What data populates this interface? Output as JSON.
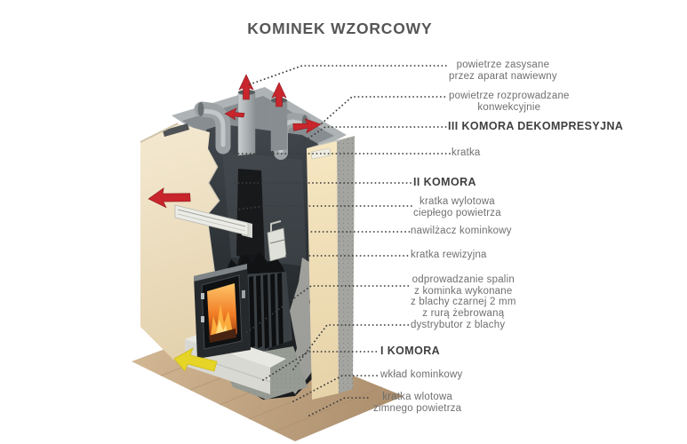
{
  "title": "KOMINEK WZORCOWY",
  "labels": [
    {
      "id": "powietrze-zasysane",
      "text": "powietrze zasysane\nprzez aparat nawiewny",
      "bold": false
    },
    {
      "id": "powietrze-rozprowadzane",
      "text": "powietrze rozprowadzane\nkonwekcyjnie",
      "bold": false
    },
    {
      "id": "komora-dekompresyjna",
      "text": "III KOMORA DEKOMPRESYJNA",
      "bold": true
    },
    {
      "id": "kratka",
      "text": "kratka",
      "bold": false
    },
    {
      "id": "komora-ii",
      "text": "II KOMORA",
      "bold": true
    },
    {
      "id": "kratka-wylotowa",
      "text": "kratka wylotowa\nciepłego powietrza",
      "bold": false
    },
    {
      "id": "nawilzacz-kominkowy",
      "text": "nawilżacz kominkowy",
      "bold": false
    },
    {
      "id": "kratka-rewizyjna",
      "text": "kratka rewizyjna",
      "bold": false
    },
    {
      "id": "odprowadzanie-spalin",
      "text": "odprowadzanie spalin\nz kominka wykonane\nz blachy czarnej 2 mm\nz rurą żebrowaną",
      "bold": false
    },
    {
      "id": "dystrybutor-z-blachy",
      "text": "dystrybutor z blachy",
      "bold": false
    },
    {
      "id": "komora-i",
      "text": "I KOMORA",
      "bold": true
    },
    {
      "id": "wklad-kominkowy",
      "text": "wkład kominkowy",
      "bold": false
    },
    {
      "id": "kratka-wlotowa",
      "text": "kratka wlotowa\nzimnego powietrza",
      "bold": false
    }
  ],
  "colors": {
    "arrow_red": "#c9252c",
    "arrow_yellow": "#e6d426",
    "leader_dots": "#3c3c3c",
    "title_text": "#565656",
    "label_text": "#6f6f6f",
    "label_bold_text": "#3f3f3f",
    "wall_beige": "#f0e2c2",
    "fire_orange": "#f07b24"
  }
}
